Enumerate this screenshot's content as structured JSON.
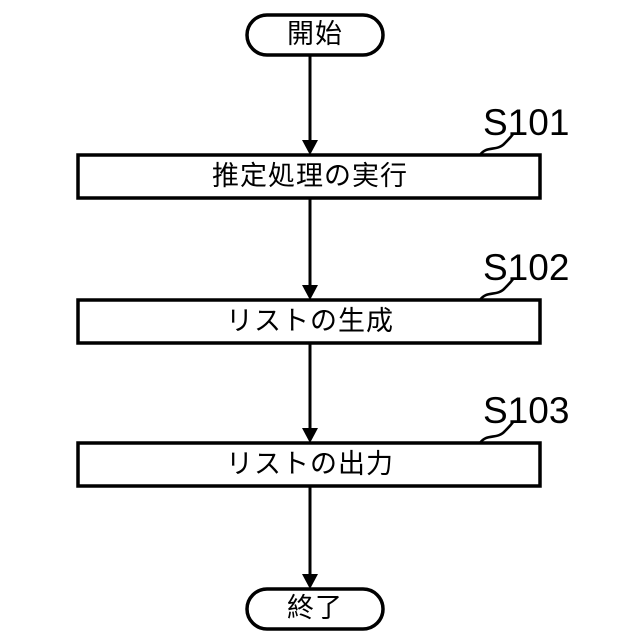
{
  "diagram": {
    "type": "flowchart",
    "orientation": "vertical",
    "background_color": "#ffffff",
    "line_color": "#000000",
    "nodes": [
      {
        "id": "start",
        "shape": "terminal",
        "label": "開始"
      },
      {
        "id": "s101",
        "shape": "process",
        "label": "推定処理の実行",
        "step_label": "S101"
      },
      {
        "id": "s102",
        "shape": "process",
        "label": "リストの生成",
        "step_label": "S102"
      },
      {
        "id": "s103",
        "shape": "process",
        "label": "リストの出力",
        "step_label": "S103"
      },
      {
        "id": "end",
        "shape": "terminal",
        "label": "終了"
      }
    ],
    "connectors": [
      {
        "from": "start",
        "to": "s101",
        "arrow": "down"
      },
      {
        "from": "s101",
        "to": "s102",
        "arrow": "down"
      },
      {
        "from": "s102",
        "to": "s103",
        "arrow": "down"
      },
      {
        "from": "s103",
        "to": "end",
        "arrow": "down"
      }
    ]
  }
}
